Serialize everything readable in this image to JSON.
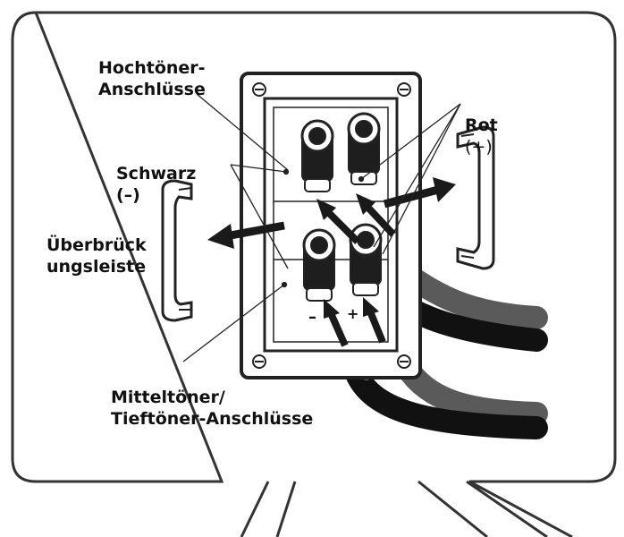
{
  "labels": {
    "tweeter_terminals": "Hochtöner-\nAnschlüsse",
    "black_word": "Schwarz",
    "black_sign": "(–)",
    "red_word": "Rot",
    "red_sign": "(+)",
    "jumper_bar": "Überbrück\nungsleiste",
    "woofer_terminals": "Mitteltöner/\nTieftöner-Anschlüsse"
  },
  "terminal_signs": {
    "minus": "–",
    "plus": "+"
  },
  "colors": {
    "outline": "#222222",
    "arrow": "#1a1a1a",
    "red_cable": "#5a5a5a",
    "black_cable": "#111111",
    "binding_post": "#1e1e1e",
    "terminal_plate": "#ffffff",
    "callout_border": "#333333"
  },
  "icons": [
    "speaker-terminal-plate",
    "binding-post",
    "jumper-bar",
    "speaker-cable",
    "removal-arrow",
    "insertion-arrow"
  ]
}
